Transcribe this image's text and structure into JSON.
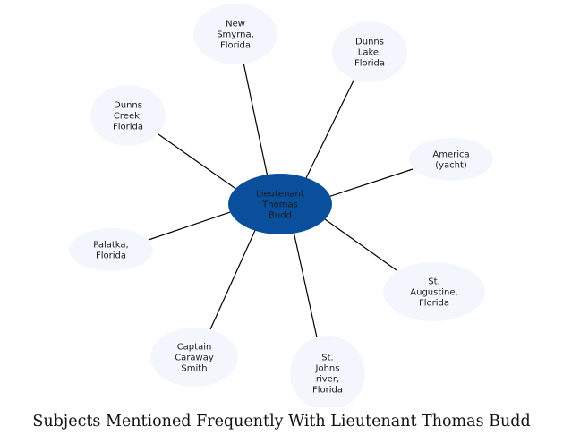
{
  "diagram": {
    "center": {
      "lines": [
        "Lieutenant",
        "Thomas",
        "Budd"
      ],
      "fill": "#0a4f9c"
    },
    "nodes": [
      {
        "id": "new-smyrna",
        "lines": [
          "New",
          "Smyrna,",
          "Florida"
        ]
      },
      {
        "id": "dunns-lake",
        "lines": [
          "Dunns",
          "Lake,",
          "Florida"
        ]
      },
      {
        "id": "america-yacht",
        "lines": [
          "America",
          "(yacht)"
        ]
      },
      {
        "id": "st-augustine",
        "lines": [
          "St.",
          "Augustine,",
          "Florida"
        ]
      },
      {
        "id": "st-johns-river",
        "lines": [
          "St.",
          "Johns",
          "river,",
          "Florida"
        ]
      },
      {
        "id": "captain-caraway-smith",
        "lines": [
          "Captain",
          "Caraway",
          "Smith"
        ]
      },
      {
        "id": "palatka",
        "lines": [
          "Palatka,",
          "Florida"
        ]
      },
      {
        "id": "dunns-creek",
        "lines": [
          "Dunns",
          "Creek,",
          "Florida"
        ]
      }
    ],
    "node_fill": "#f3f7fd",
    "edge_color": "#000000",
    "caption": "Subjects Mentioned Frequently With Lieutenant Thomas Budd"
  }
}
